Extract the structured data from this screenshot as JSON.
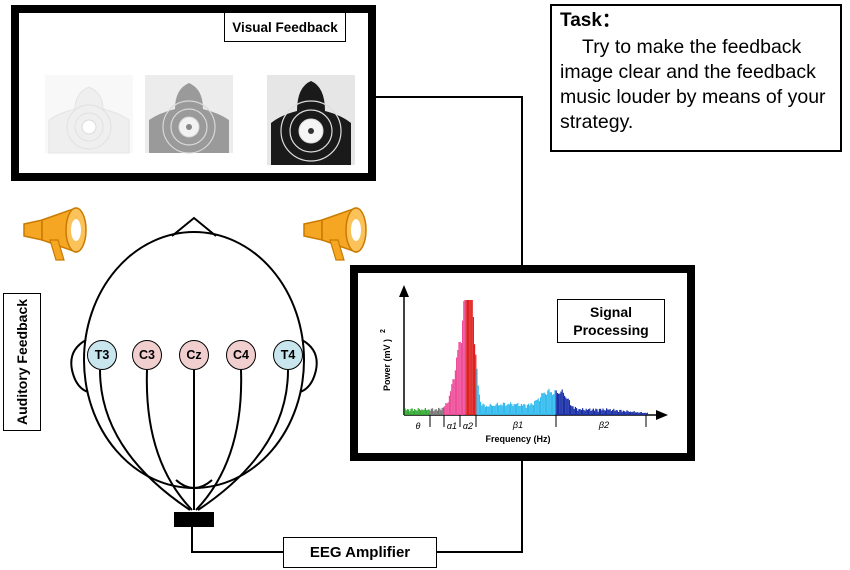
{
  "visual_feedback": {
    "label": "Visual Feedback"
  },
  "task": {
    "title": "Task：",
    "text": "Try to make the feedback image clear and the feedback music louder by means of your strategy."
  },
  "signal_processing": {
    "label_line1": "Signal",
    "label_line2": "Processing"
  },
  "auditory_feedback": {
    "label": "Auditory Feedback"
  },
  "amplifier": {
    "label": "EEG Amplifier"
  },
  "electrodes": [
    {
      "label": "T3",
      "color": "#c9e6ee"
    },
    {
      "label": "C3",
      "color": "#f1cfcf"
    },
    {
      "label": "Cz",
      "color": "#f1cfcf"
    },
    {
      "label": "C4",
      "color": "#f1cfcf"
    },
    {
      "label": "T4",
      "color": "#c9e6ee"
    }
  ],
  "spectrum": {
    "ylabel": "Power (mV )",
    "ylabel_sup": "2",
    "xlabel": "Frequency (Hz)",
    "bands": [
      "θ",
      "α1",
      "α2",
      "β1",
      "β2"
    ],
    "colors": {
      "delta": "#33aa33",
      "theta": "#777777",
      "alpha1": "#ee4d99",
      "alpha2": "#dd2222",
      "beta1": "#33bbee",
      "beta2": "#1a2fa8"
    }
  },
  "speaker_color": "#f5a623"
}
